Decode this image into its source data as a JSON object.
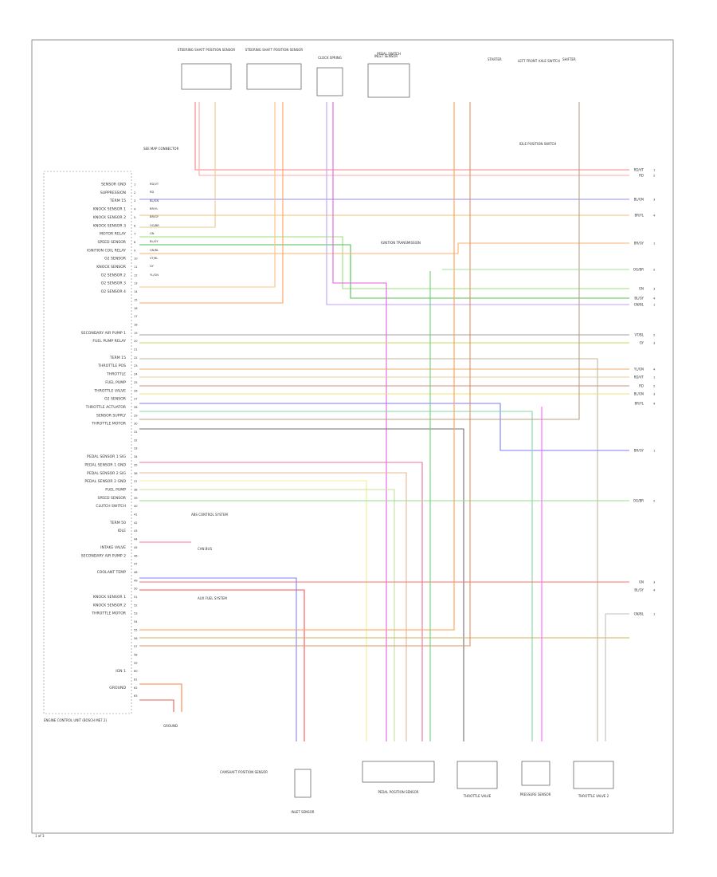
{
  "connectors": {
    "c1": "STEERING SHAFT POSITION SENSOR",
    "c2": "STEERING SHAFT POSITION SENSOR",
    "c3": "CLOCK SPRING",
    "c4": "PEDAL SWITCH",
    "c5": "STARTER",
    "c6": "LEFT FRONT AXLE SWITCH",
    "c7": "SHIFTER",
    "idle_block": "IDLE POSITION SWITCH"
  },
  "top_labels": {
    "in_sensor": "INLET SENSOR",
    "ig_trans": "IGNITION TRANSMISSION",
    "abs_ctrl": "ABS CONTROL SYSTEM",
    "bus": "CAN BUS",
    "aux": "AUX FUEL SYSTEM",
    "map_c": "SEE MAP CONNECTOR"
  },
  "module": {
    "caption": "ENGINE CONTROL UNIT (BOSCH ME7.2)",
    "pins": [
      "SENSOR GND",
      "SUPPRESSION",
      "TERM 15",
      "KNOCK SENSOR 1",
      "KNOCK SENSOR 2",
      "KNOCK SENSOR 3",
      "MOTOR RELAY",
      "SPEED SENSOR",
      "IGNITION COIL RELAY",
      "O2 SENSOR",
      "KNOCK SENSOR",
      "O2 SENSOR 2",
      "O2 SENSOR 3",
      "O2 SENSOR 4",
      "",
      "",
      "",
      "",
      "SECONDARY AIR PUMP 1",
      "FUEL PUMP RELAY",
      "",
      "TERM 15",
      "THROTTLE POS",
      "THROTTLE",
      "FUEL PUMP",
      "THROTTLE VALVE",
      "O2 SENSOR",
      "THROTTLE ACTUATOR",
      "SENSOR SUPPLY",
      "THROTTLE MOTOR",
      "",
      "",
      "",
      "PEDAL SENSOR 1 SIG",
      "PEDAL SENSOR 1 GND",
      "PEDAL SENSOR 2 SIG",
      "PEDAL SENSOR 2 GND",
      "FUEL PUMP",
      "SPEED SENSOR",
      "CLUTCH SWITCH",
      "",
      "TERM 50",
      "IDLE",
      "",
      "INTAKE VALVE",
      "SECONDARY AIR PUMP 2",
      "",
      "COOLANT TEMP",
      "",
      "",
      "KNOCK SENSOR 1",
      "KNOCK SENSOR 2",
      "THROTTLE MOTOR",
      "",
      "",
      "",
      "",
      "",
      "",
      "IGN 1",
      "",
      "GROUND",
      ""
    ]
  },
  "wires": [
    {
      "label": "RD/VT",
      "right": "RD/VT"
    },
    {
      "label": "RD",
      "right": "RD"
    },
    {
      "label": "BL/GN",
      "right": "BL/GN"
    },
    {
      "label": "BR/YL",
      "right": "BR/YL"
    },
    {
      "label": "BR/GY",
      "right": "BR/GY"
    },
    {
      "label": "OG/BR",
      "right": "OG/BR"
    },
    {
      "label": "GN",
      "right": "GN"
    },
    {
      "label": "BL/GY",
      "right": "BL/GY"
    },
    {
      "label": "GN/BL",
      "right": "GN/BL"
    },
    {
      "label": "VT/BL",
      "right": "VT/BL"
    },
    {
      "label": "GY",
      "right": "GY"
    },
    {
      "label": "YL/GN",
      "right": "YL/GN"
    }
  ],
  "bottom_devices": {
    "d1": "CAMSHAFT POSITION SENSOR",
    "d2": "INLET SENSOR",
    "d3": "PEDAL POSITION SENSOR",
    "d4": "THROTTLE VALVE",
    "d5": "PRESSURE SENSOR",
    "d6": "THROTTLE VALVE 2"
  },
  "ground_label": "GROUND",
  "footer_id": "1 of 3"
}
